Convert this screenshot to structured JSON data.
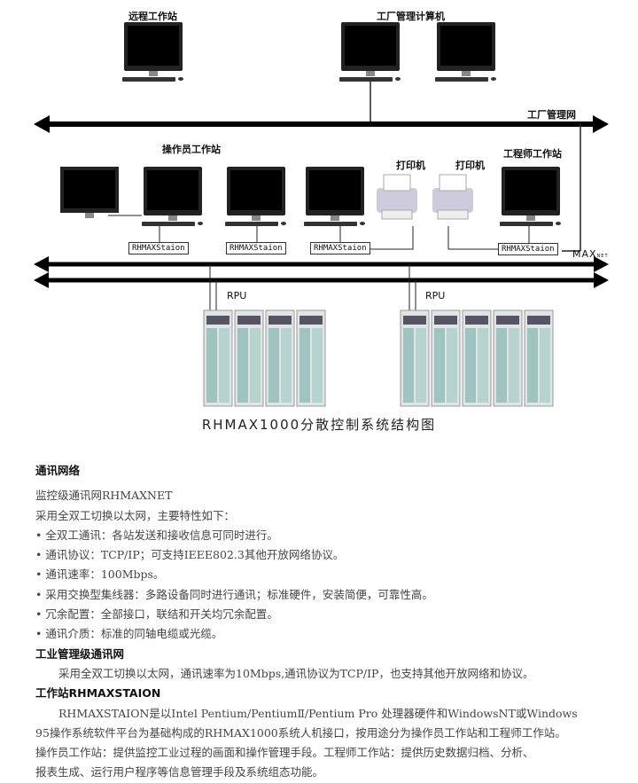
{
  "diagram": {
    "labels": {
      "remote": "远程工作站",
      "plant_computer": "工厂管理计算机",
      "plant_net": "工厂管理网",
      "operator": "操作员工作站",
      "printer1": "打印机",
      "printer2": "打印机",
      "engineer": "工程师工作站",
      "maxnet": "MAX",
      "maxnet_sub": "NET",
      "rpu1": "RPU",
      "rpu2": "RPU"
    },
    "station_boxes": [
      "RHMAXStaion",
      "RHMAXStaion",
      "RHMAXStaion",
      "RHMAXStaion"
    ],
    "caption": "RHMAX1000分散控制系统结构图"
  },
  "content": {
    "h1": "通讯网络",
    "sub1": "监控级通讯网RHMAXNET",
    "intro": "采用全双工切换以太网，主要特性如下：",
    "bullets": [
      "全双工通讯：各站发送和接收信息可同时进行。",
      "通讯协议：TCP/IP；可支持IEEE802.3其他开放网络协议。",
      "通讯速率：100Mbps。",
      "采用交换型集线器：多路设备同时进行通讯；标准硬件，安装简便，可靠性高。",
      "冗余配置：全部接口，联结和开关均冗余配置。",
      "通讯介质：标准的同轴电缆或光缆。"
    ],
    "h2": "工业管理级通讯网",
    "p2": "采用全双工切换以太网，通讯速率为10Mbps,通讯协议为TCP/IP，也支持其他开放网络和协议。",
    "h3": "工作站RHMAXSTAION",
    "p3": [
      "RHMAXSTAION是以Intel Pentium/PentiumⅡ/Pentium Pro 处理器硬件和WindowsNT或Windows",
      "95操作系统软件平台为基础构成的RHMAX1000系统人机接口，按用途分为操作员工作站和工程师工作站。",
      "操作员工作站：提供监控工业过程的画面和操作管理手段。工程师工作站：提供历史数据归档、分析、",
      "报表生成、运行用户程序等信息管理手段及系统组态功能。"
    ]
  }
}
